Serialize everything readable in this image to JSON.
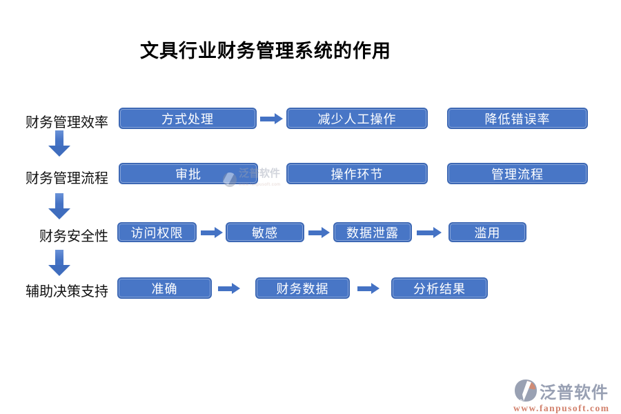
{
  "title": "文具行业财务管理系统的作用",
  "rows": [
    {
      "label": "财务管理效率",
      "boxes": [
        "方式处理",
        "减少人工操作",
        "降低错误率"
      ]
    },
    {
      "label": "财务管理流程",
      "boxes": [
        "审批",
        "操作环节",
        "管理流程"
      ]
    },
    {
      "label": "财务安全性",
      "boxes": [
        "访问权限",
        "敏感",
        "数据泄露",
        "滥用"
      ]
    },
    {
      "label": "辅助决策支持",
      "boxes": [
        "准确",
        "财务数据",
        "分析结果"
      ]
    }
  ],
  "watermark": {
    "text": "泛普软件",
    "sub": "www.fanpusoft.com"
  },
  "footer": {
    "brand": "泛普软件",
    "url": "www.fanpusoft.com"
  },
  "colors": {
    "box_fill": "#4876C6",
    "box_border": "#3D68B4",
    "arrow": "#4472C4",
    "title_text": "#000000",
    "box_text": "#FFFFFF",
    "footer_brand": "#98A0B3",
    "footer_url": "#D2816C"
  }
}
